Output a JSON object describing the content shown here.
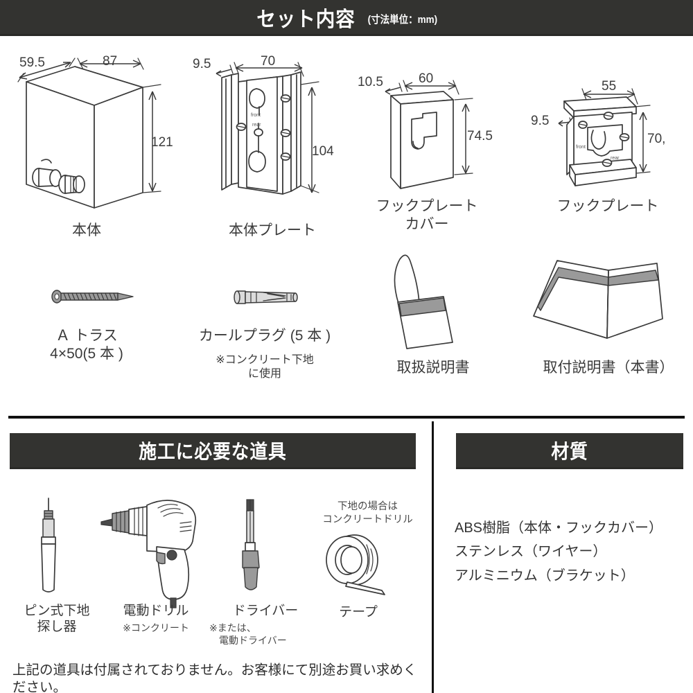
{
  "banner": {
    "title": "セット内容",
    "subtitle": "(寸法単位：mm)"
  },
  "set_contents": {
    "items": [
      {
        "name": "body",
        "label": "本体",
        "dims": {
          "depth": "59.5",
          "width": "87",
          "height": "121"
        }
      },
      {
        "name": "body-plate",
        "label": "本体プレート",
        "dims": {
          "depth": "9.5",
          "width": "70",
          "height": "104"
        },
        "marks": {
          "front": "front",
          "rear": "rear"
        }
      },
      {
        "name": "hook-plate-cover",
        "label": "フックプレート\nカバー",
        "dims": {
          "depth": "10.5",
          "width": "60",
          "height": "74.5"
        }
      },
      {
        "name": "hook-plate",
        "label": "フックプレート",
        "dims": {
          "depth": "9.5",
          "width": "55",
          "height": "70,"
        },
        "marks": {
          "front": "front",
          "rear": "rear"
        }
      },
      {
        "name": "a-truss-screw",
        "label": "Ａ トラス\n4×50(5 本 )"
      },
      {
        "name": "curl-plug",
        "label": "カールプラグ (5 本 )",
        "note": "※コンクリート下地\n  に使用"
      },
      {
        "name": "instruction-tag",
        "label": "取扱説明書"
      },
      {
        "name": "installation-manual",
        "label": "取付説明書（本書）"
      }
    ]
  },
  "tools_section": {
    "header": "施工に必要な道具",
    "items": [
      {
        "name": "pin-stud-finder",
        "label": "ピン式下地\n探し器"
      },
      {
        "name": "electric-drill",
        "label": "電動ドリル",
        "note": "※コンクリート"
      },
      {
        "name": "screwdriver",
        "label": "ドライバー",
        "note": "※または、\n　電動ドライバー"
      },
      {
        "name": "tape",
        "label": "テープ"
      }
    ],
    "drill_note": "下地の場合は\nコンクリートドリル",
    "footer": "上記の道具は付属されておりません。お客様にて別途お買い求めください。"
  },
  "materials_section": {
    "header": "材質",
    "lines": [
      "ABS樹脂（本体・フックカバー）",
      "ステンレス（ワイヤー）",
      "アルミニウム（ブラケット）"
    ]
  },
  "colors": {
    "bar_bg": "#333330",
    "bar_text": "#ffffff",
    "line": "#3a3a3a",
    "text": "#333333"
  }
}
